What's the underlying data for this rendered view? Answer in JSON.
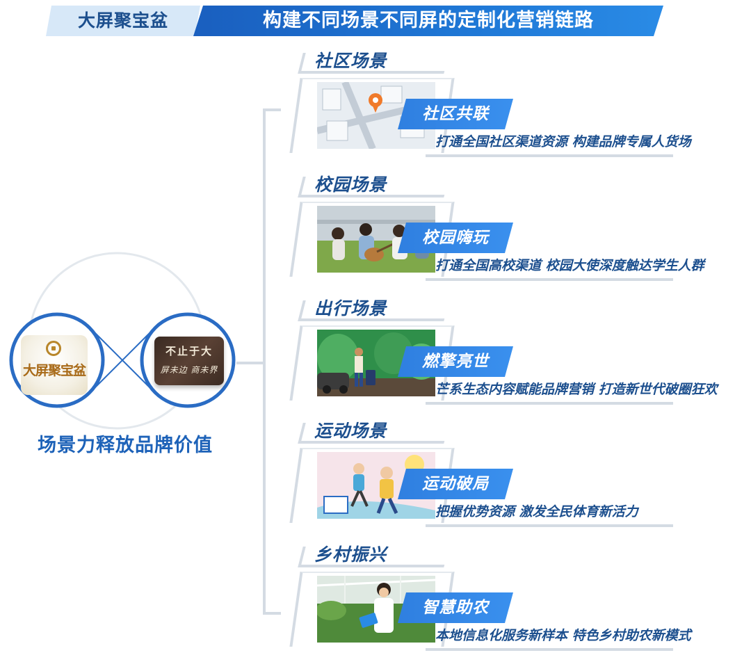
{
  "header": {
    "brand": "大屏聚宝盆",
    "headline": "构建不同场景不同屏的定制化营销链路"
  },
  "left": {
    "logo_left_text": "大屏聚宝盆",
    "logo_right_line1": "不止于大",
    "logo_right_line2": "屏未边 商未界",
    "slogan": "场景力释放品牌价值"
  },
  "colors": {
    "primary": "#1c4f8e",
    "accent": "#2f7fe0",
    "line": "#d4dbe3"
  },
  "scenes": [
    {
      "title": "社区场景",
      "tag": "社区共联",
      "desc": "打通全国社区渠道资源 构建品牌专属人货场",
      "image": "city-map-pin"
    },
    {
      "title": "校园场景",
      "tag": "校园嗨玩",
      "desc": "打通全国高校渠道 校园大使深度触达学生人群",
      "image": "students-guitar"
    },
    {
      "title": "出行场景",
      "tag": "燃擎亮世",
      "desc": "芒系生态内容赋能品牌营销 打造新世代破圈狂欢",
      "image": "traveler-luggage"
    },
    {
      "title": "运动场景",
      "tag": "运动破局",
      "desc": "把握优势资源 激发全民体育新活力",
      "image": "sports-illustration"
    },
    {
      "title": "乡村振兴",
      "tag": "智慧助农",
      "desc": "本地信息化服务新样本 特色乡村助农新模式",
      "image": "greenhouse-farmer"
    }
  ]
}
